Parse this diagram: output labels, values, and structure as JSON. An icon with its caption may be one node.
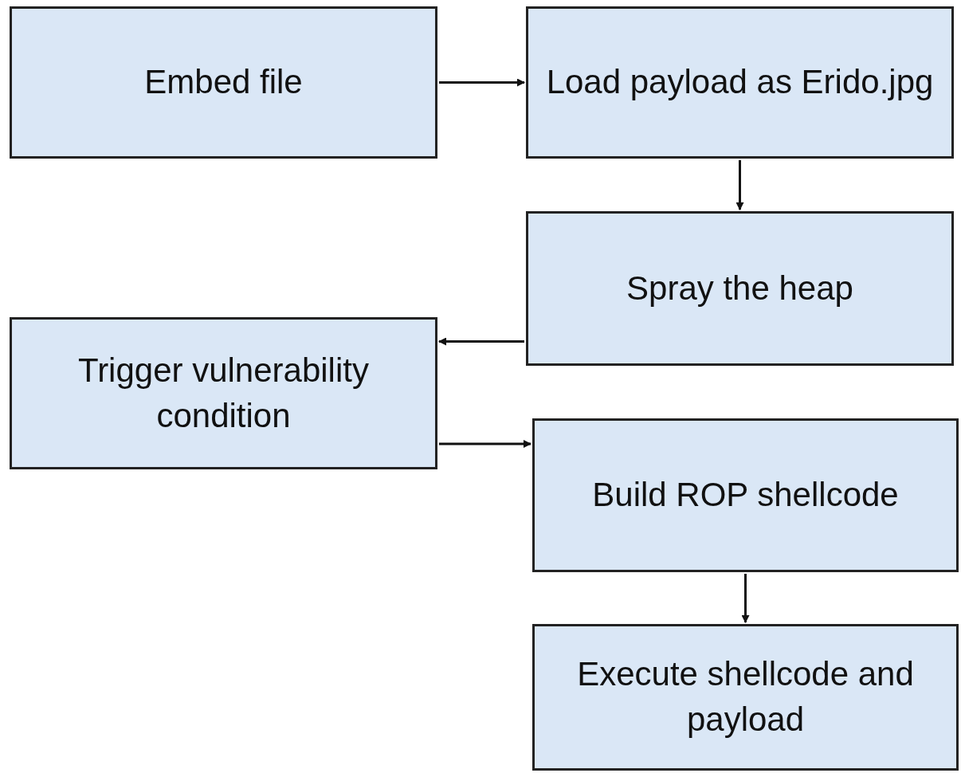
{
  "diagram": {
    "nodes": [
      {
        "text": [
          "Embed file"
        ]
      },
      {
        "text": [
          "Load payload as Erido.jpg"
        ]
      },
      {
        "text": [
          "Spray the heap"
        ]
      },
      {
        "text": [
          "Trigger vulnerability condition"
        ]
      },
      {
        "text": [
          "Build ROP shellcode"
        ]
      },
      {
        "text": [
          "Execute shellcode and payload"
        ]
      }
    ],
    "edges": [
      {
        "from": 0,
        "to": 1,
        "arrow": "to"
      },
      {
        "from": 1,
        "to": 2,
        "arrow": "to"
      },
      {
        "from": 2,
        "to": 3,
        "arrow": "to"
      },
      {
        "from": 3,
        "to": 4,
        "arrow": "to"
      },
      {
        "from": 4,
        "to": 5,
        "arrow": "to"
      }
    ]
  }
}
